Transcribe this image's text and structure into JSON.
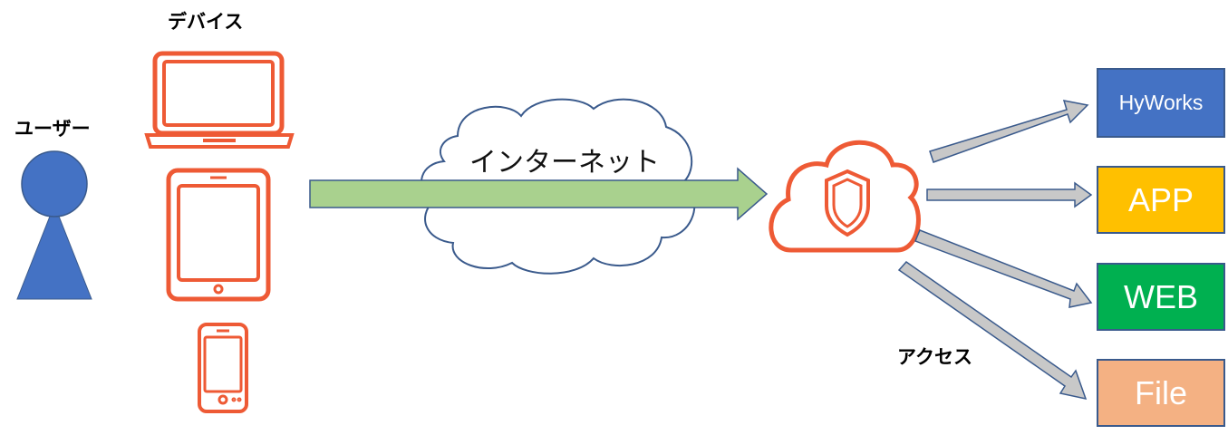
{
  "labels": {
    "devices": "デバイス",
    "user": "ユーザー",
    "internet": "インターネット",
    "access": "アクセス"
  },
  "services": [
    {
      "label": "HyWorks",
      "color": "#4472c4"
    },
    {
      "label": "APP",
      "color": "#ffc000"
    },
    {
      "label": "WEB",
      "color": "#00b050"
    },
    {
      "label": "File",
      "color": "#f4b183"
    }
  ],
  "colors": {
    "device_outline": "#ee5a35",
    "user_fill": "#4472c4",
    "main_arrow_fill": "#a9d18e",
    "gray_arrow_fill": "#c8c8c8",
    "arrow_stroke": "#3a5a8c"
  },
  "icons": [
    "user-icon",
    "laptop-icon",
    "tablet-icon",
    "smartphone-icon",
    "secure-cloud-icon",
    "shield-icon"
  ]
}
